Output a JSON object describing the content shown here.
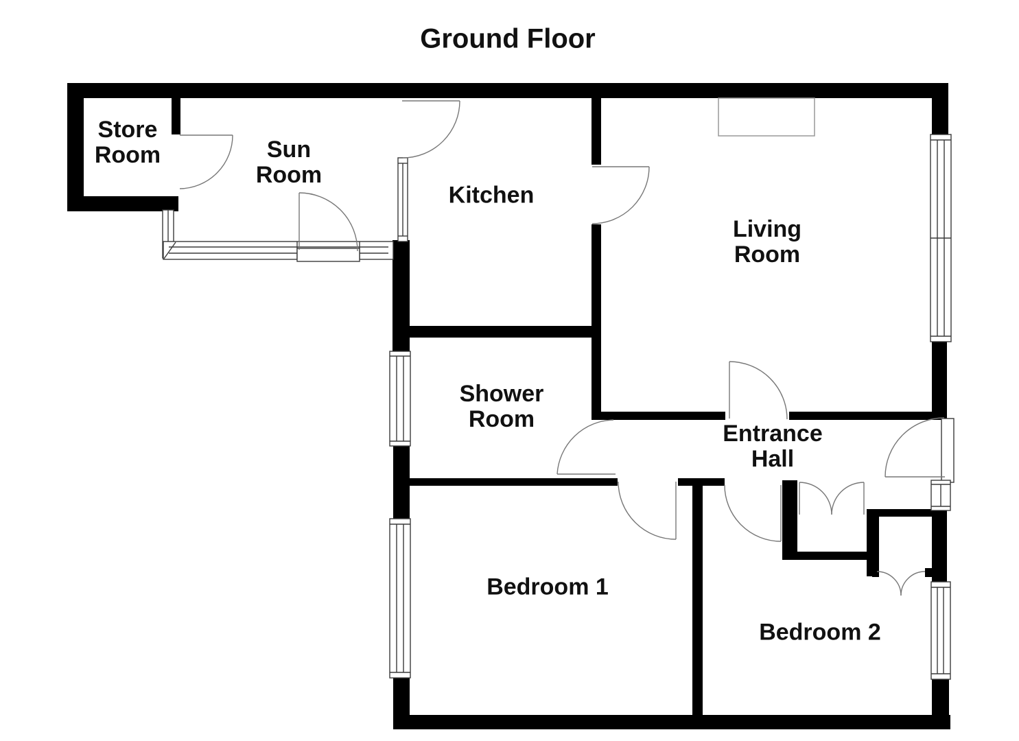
{
  "title": "Ground Floor",
  "rooms": {
    "store_room": {
      "label": "Store\nRoom"
    },
    "sun_room": {
      "label": "Sun\nRoom"
    },
    "kitchen": {
      "label": "Kitchen"
    },
    "living_room": {
      "label": "Living\nRoom"
    },
    "shower_room": {
      "label": "Shower\nRoom"
    },
    "entrance_hall": {
      "label": "Entrance\nHall"
    },
    "bedroom_1": {
      "label": "Bedroom 1"
    },
    "bedroom_2": {
      "label": "Bedroom 2"
    }
  },
  "colors": {
    "wall": "#000000",
    "door_line": "#777777",
    "window_line": "#3a3a3a",
    "background": "#ffffff"
  }
}
